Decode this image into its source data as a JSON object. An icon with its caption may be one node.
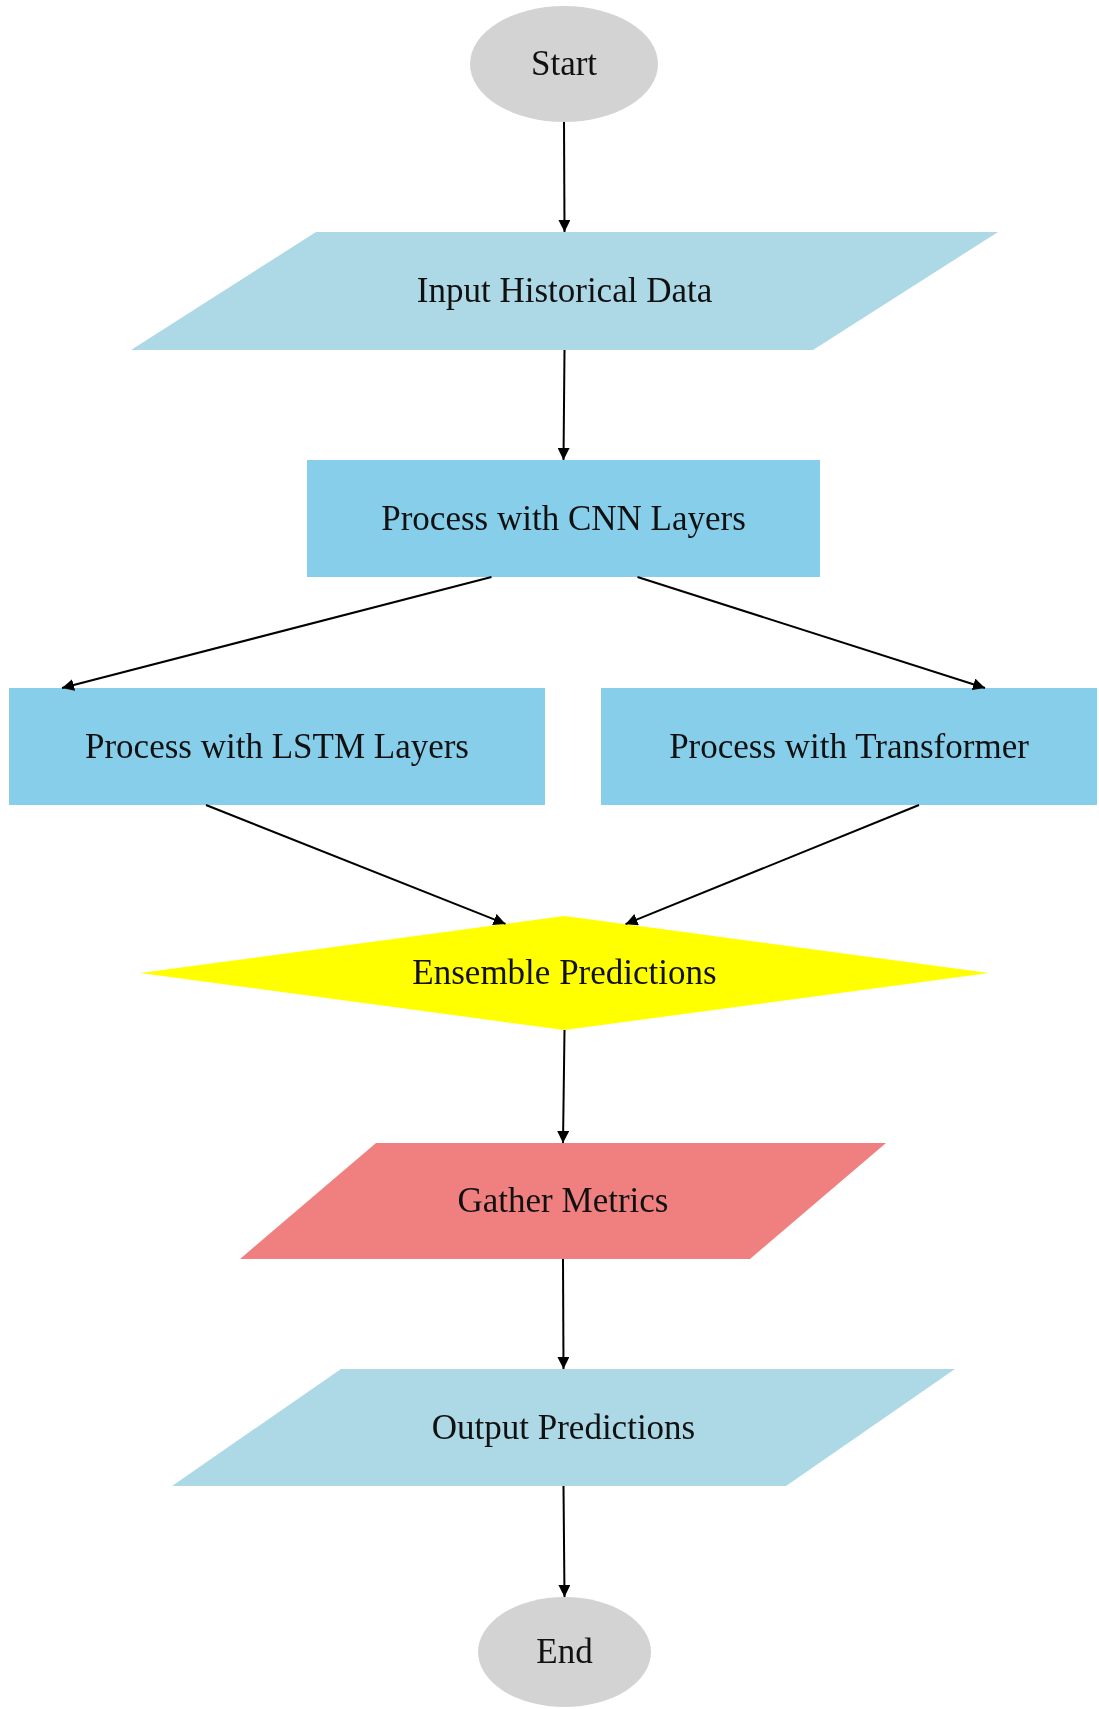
{
  "diagram": {
    "nodes": [
      {
        "text": [
          "Start"
        ]
      },
      {
        "text": [
          "Input Historical Data"
        ]
      },
      {
        "text": [
          "Process with CNN Layers"
        ]
      },
      {
        "text": [
          "Process with LSTM Layers"
        ]
      },
      {
        "text": [
          "Process with Transformer"
        ]
      },
      {
        "text": [
          "Ensemble Predictions"
        ]
      },
      {
        "text": [
          "Gather Metrics"
        ]
      },
      {
        "text": [
          "Output Predictions"
        ]
      },
      {
        "text": [
          "End"
        ]
      }
    ],
    "edges": [
      {
        "from": 0,
        "to": 1,
        "arrow": "to"
      },
      {
        "from": 1,
        "to": 2,
        "arrow": "to"
      },
      {
        "from": 2,
        "to": 3,
        "arrow": "to"
      },
      {
        "from": 2,
        "to": 4,
        "arrow": "to"
      },
      {
        "from": 3,
        "to": 5,
        "arrow": "to"
      },
      {
        "from": 4,
        "to": 5,
        "arrow": "to"
      },
      {
        "from": 5,
        "to": 6,
        "arrow": "to"
      },
      {
        "from": 6,
        "to": 7,
        "arrow": "to"
      },
      {
        "from": 7,
        "to": 8,
        "arrow": "to"
      }
    ]
  }
}
